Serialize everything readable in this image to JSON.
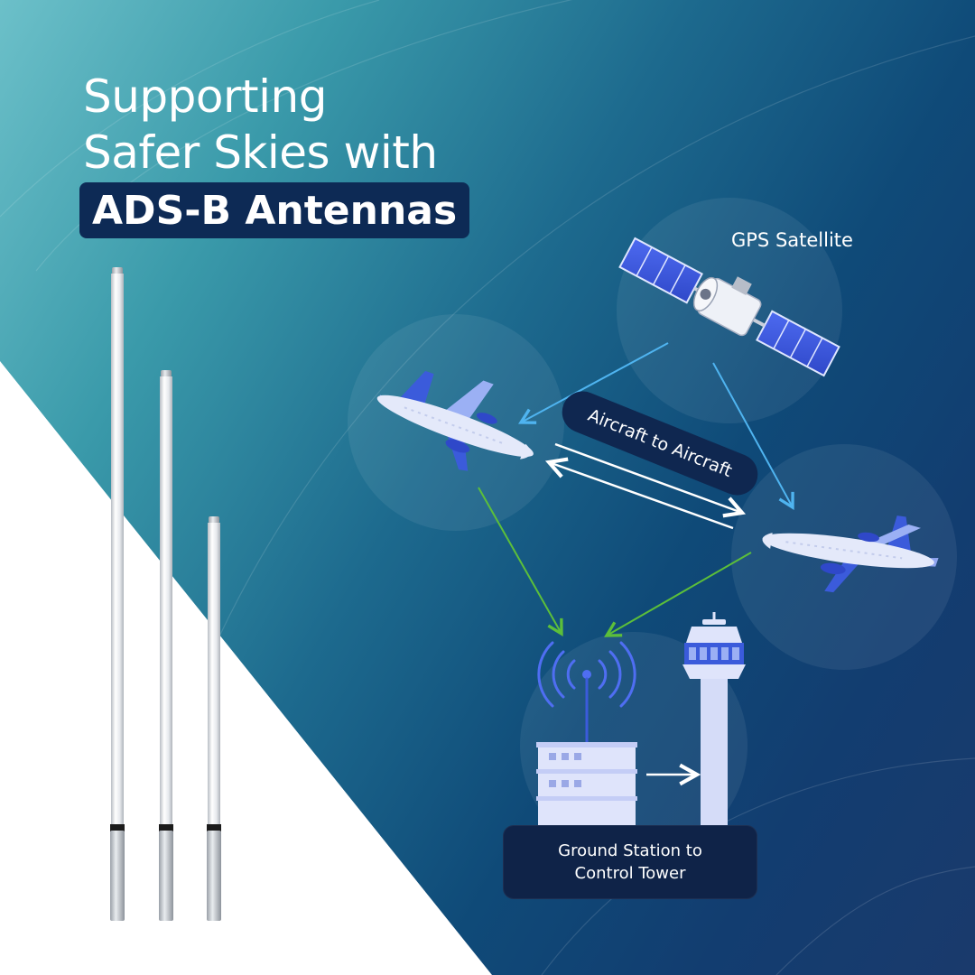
{
  "headline": {
    "line1": "Supporting",
    "line2": "Safer Skies with",
    "highlight": "ADS-B Antennas"
  },
  "diagram": {
    "satellite_label": "GPS Satellite",
    "aircraft_link_label": "Aircraft to Aircraft",
    "ground_label_line1": "Ground Station to",
    "ground_label_line2": "Control Tower"
  },
  "colors": {
    "navy_box": "#0d2a55",
    "arrow_blue": "#4fb4f0",
    "arrow_green": "#5cbf3a",
    "plane_blue": "#3b5bdb",
    "plane_body": "#e4e9fa"
  },
  "icons": [
    "satellite-icon",
    "airplane-icon",
    "radio-antenna-icon",
    "ground-station-icon",
    "control-tower-icon",
    "antenna-pole-icon"
  ]
}
